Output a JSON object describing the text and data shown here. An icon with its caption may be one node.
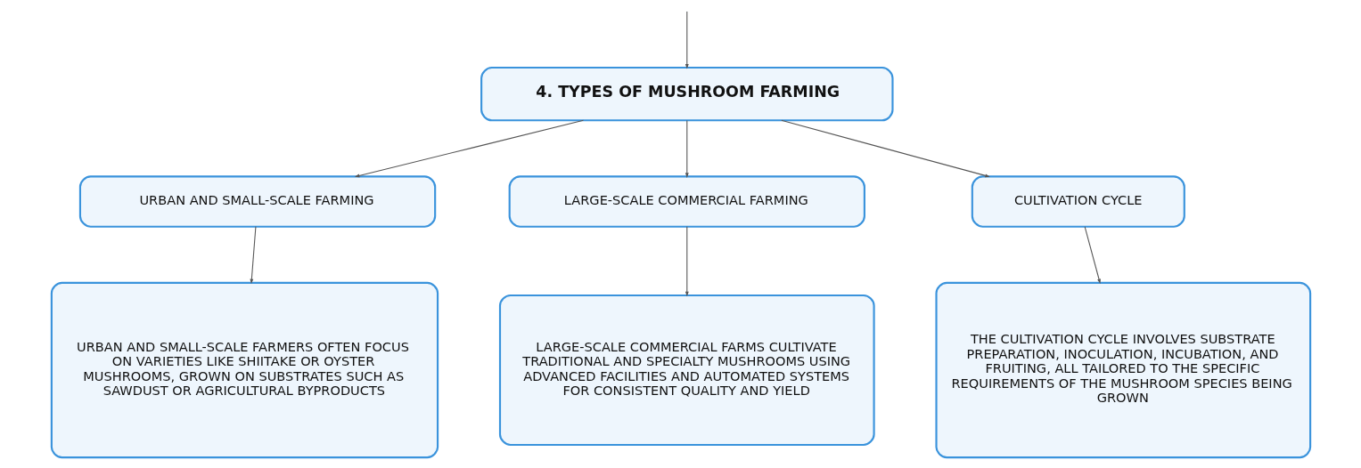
{
  "diagram": {
    "nodes": [
      {
        "text": [
          "4. TYPES OF MUSHROOM FARMING"
        ]
      },
      {
        "text": [
          "URBAN AND SMALL-SCALE FARMING"
        ]
      },
      {
        "text": [
          "LARGE-SCALE COMMERCIAL FARMING"
        ]
      },
      {
        "text": [
          "CULTIVATION CYCLE"
        ]
      },
      {
        "text": [
          "URBAN AND SMALL-SCALE FARMERS OFTEN FOCUS ON VARIETIES LIKE SHIITAKE OR OYSTER MUSHROOMS, GROWN ON SUBSTRATES SUCH AS SAWDUST OR AGRICULTURAL BYPRODUCTS"
        ]
      },
      {
        "text": [
          "LARGE-SCALE COMMERCIAL FARMS CULTIVATE TRADITIONAL AND SPECIALTY MUSHROOMS USING ADVANCED FACILITIES AND AUTOMATED SYSTEMS FOR CONSISTENT QUALITY AND YIELD"
        ]
      },
      {
        "text": [
          "THE CULTIVATION CYCLE INVOLVES SUBSTRATE PREPARATION, INOCULATION, INCUBATION, AND FRUITING, ALL TAILORED TO THE SPECIFIC REQUIREMENTS OF THE MUSHROOM SPECIES BEING GROWN"
        ]
      }
    ],
    "edges": [
      {
        "from": null,
        "to": 0,
        "arrow": "to"
      },
      {
        "from": 0,
        "to": 1,
        "arrow": "to"
      },
      {
        "from": 0,
        "to": 2,
        "arrow": "to"
      },
      {
        "from": 0,
        "to": 3,
        "arrow": "to"
      },
      {
        "from": 1,
        "to": 4,
        "arrow": "to"
      },
      {
        "from": 2,
        "to": 5,
        "arrow": "to"
      },
      {
        "from": 3,
        "to": 6,
        "arrow": "to"
      }
    ]
  }
}
